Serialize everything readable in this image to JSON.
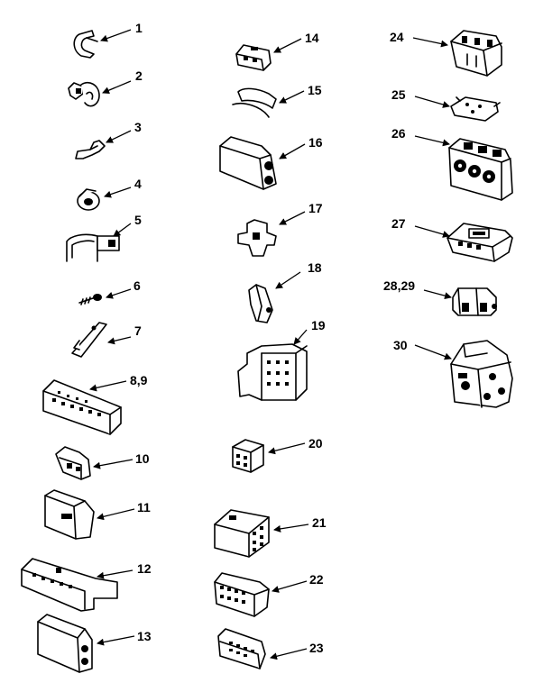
{
  "diagram": {
    "parts": [
      {
        "id": "1",
        "label": "1",
        "icon": "clip-icon"
      },
      {
        "id": "2",
        "label": "2",
        "icon": "clamp-icon"
      },
      {
        "id": "3",
        "label": "3",
        "icon": "wire-clip-icon"
      },
      {
        "id": "4",
        "label": "4",
        "icon": "grommet-icon"
      },
      {
        "id": "5",
        "label": "5",
        "icon": "cable-clamp-icon"
      },
      {
        "id": "6",
        "label": "6",
        "icon": "screw-icon"
      },
      {
        "id": "7",
        "label": "7",
        "icon": "retainer-icon"
      },
      {
        "id": "8-9",
        "label": "8,9",
        "icon": "connector-housing-icon"
      },
      {
        "id": "10",
        "label": "10",
        "icon": "connector-icon"
      },
      {
        "id": "11",
        "label": "11",
        "icon": "terminal-housing-icon"
      },
      {
        "id": "12",
        "label": "12",
        "icon": "terminal-strip-icon"
      },
      {
        "id": "13",
        "label": "13",
        "icon": "connector-housing-icon"
      },
      {
        "id": "14",
        "label": "14",
        "icon": "plug-icon"
      },
      {
        "id": "15",
        "label": "15",
        "icon": "clip-icon"
      },
      {
        "id": "16",
        "label": "16",
        "icon": "connector-housing-icon"
      },
      {
        "id": "17",
        "label": "17",
        "icon": "connector-icon"
      },
      {
        "id": "18",
        "label": "18",
        "icon": "terminal-icon"
      },
      {
        "id": "19",
        "label": "19",
        "icon": "multi-pin-connector-icon"
      },
      {
        "id": "20",
        "label": "20",
        "icon": "connector-block-icon"
      },
      {
        "id": "21",
        "label": "21",
        "icon": "connector-block-icon"
      },
      {
        "id": "22",
        "label": "22",
        "icon": "multi-pin-connector-icon"
      },
      {
        "id": "23",
        "label": "23",
        "icon": "connector-header-icon"
      },
      {
        "id": "24",
        "label": "24",
        "icon": "terminal-block-icon"
      },
      {
        "id": "25",
        "label": "25",
        "icon": "bracket-icon"
      },
      {
        "id": "26",
        "label": "26",
        "icon": "switch-assembly-icon"
      },
      {
        "id": "27",
        "label": "27",
        "icon": "connector-icon"
      },
      {
        "id": "28-29",
        "label": "28,29",
        "icon": "terminal-icon"
      },
      {
        "id": "30",
        "label": "30",
        "icon": "switch-block-icon"
      }
    ]
  }
}
